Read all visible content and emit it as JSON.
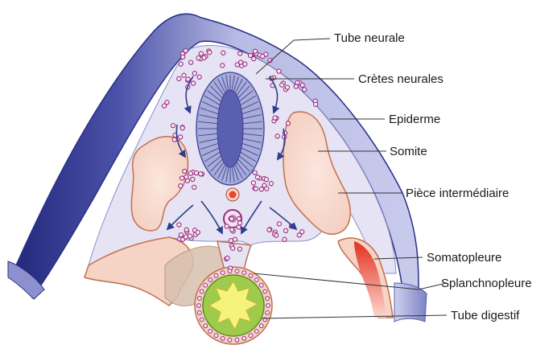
{
  "labels": {
    "tube_neurale": "Tube neurale",
    "cretes_neurales": "Crètes neurales",
    "epiderme": "Epiderme",
    "somite": "Somite",
    "piece_intermediaire": "Pièce intermédiaire",
    "somatopleure": "Somatopleure",
    "splanchnopleure": "Splanchnopleure",
    "tube_digestif": "Tube digestif"
  },
  "colors": {
    "epidermis_dark": "#2a2f86",
    "epidermis_light": "#b9bbe6",
    "mesenchyme": "#e4e3f3",
    "neural_tube": "#a8acd8",
    "neural_lumen": "#5a5fb0",
    "somite": "#f8d9cf",
    "tissue_outline": "#c0704f",
    "crest_cell": "#9a2a7e",
    "arrow": "#2e3d8c",
    "gut_outer": "#9ecb4c",
    "gut_lumen": "#f6f37c",
    "notochord": "#e8462a",
    "somatopleure_red": "#e23b2a",
    "leader_line": "#333333"
  },
  "icons": {
    "migration_arrow": "curved-arrow-icon",
    "crest_cell": "circle-cell-icon"
  }
}
